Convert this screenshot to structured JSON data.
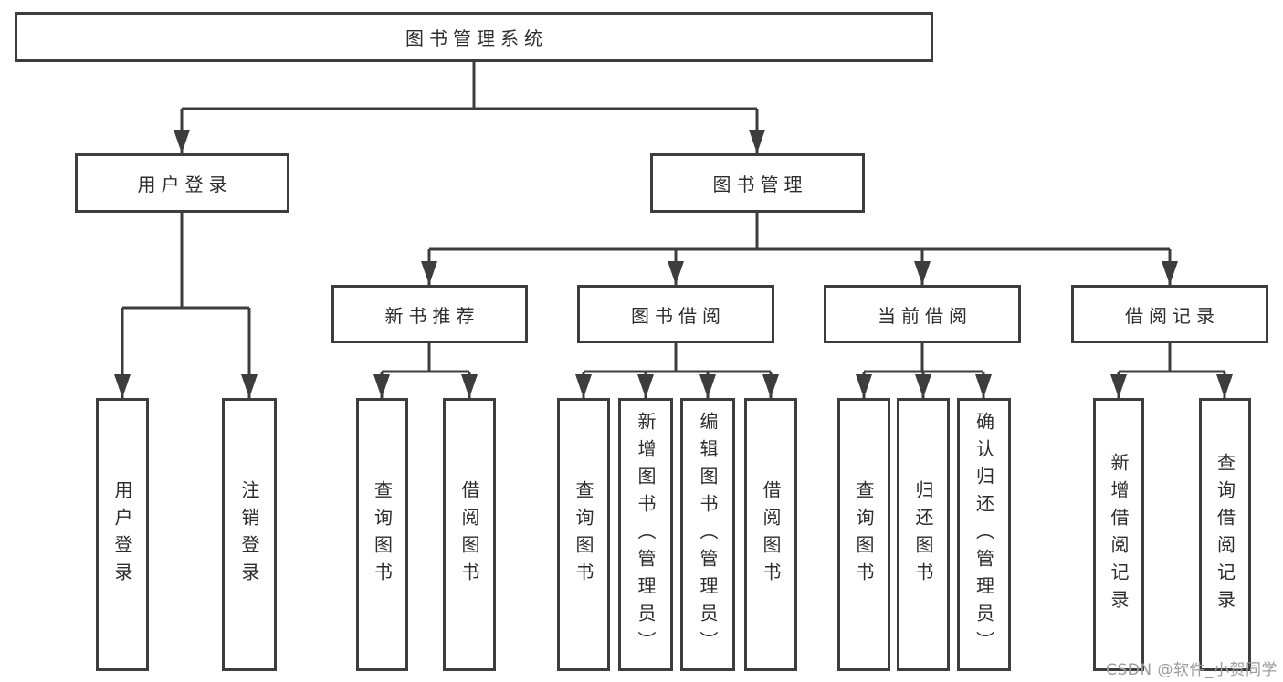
{
  "tree": {
    "root": {
      "label": "图书管理系统"
    },
    "level2": [
      {
        "label": "用户登录"
      },
      {
        "label": "图书管理"
      }
    ],
    "level3": [
      {
        "label": "新书推荐"
      },
      {
        "label": "图书借阅"
      },
      {
        "label": "当前借阅"
      },
      {
        "label": "借阅记录"
      }
    ],
    "leafGroups": [
      {
        "leaves": [
          {
            "label": "用户登录"
          },
          {
            "label": "注销登录"
          }
        ]
      },
      {
        "leaves": [
          {
            "label": "查询图书"
          },
          {
            "label": "借阅图书"
          }
        ]
      },
      {
        "leaves": [
          {
            "label": "查询图书"
          },
          {
            "label": "新增图书（管理员）"
          },
          {
            "label": "编辑图书（管理员）"
          },
          {
            "label": "借阅图书"
          }
        ]
      },
      {
        "leaves": [
          {
            "label": "查询图书"
          },
          {
            "label": "归还图书"
          },
          {
            "label": "确认归还（管理员）"
          }
        ]
      },
      {
        "leaves": [
          {
            "label": "新增借阅记录"
          },
          {
            "label": "查询借阅记录"
          }
        ]
      }
    ]
  },
  "watermark": {
    "text": "CSDN @软件_小贺同学"
  },
  "colors": {
    "line": "#3d3d3d",
    "text": "#2d2d2d",
    "watermark": "#9c9c9c",
    "background": "#ffffff"
  }
}
